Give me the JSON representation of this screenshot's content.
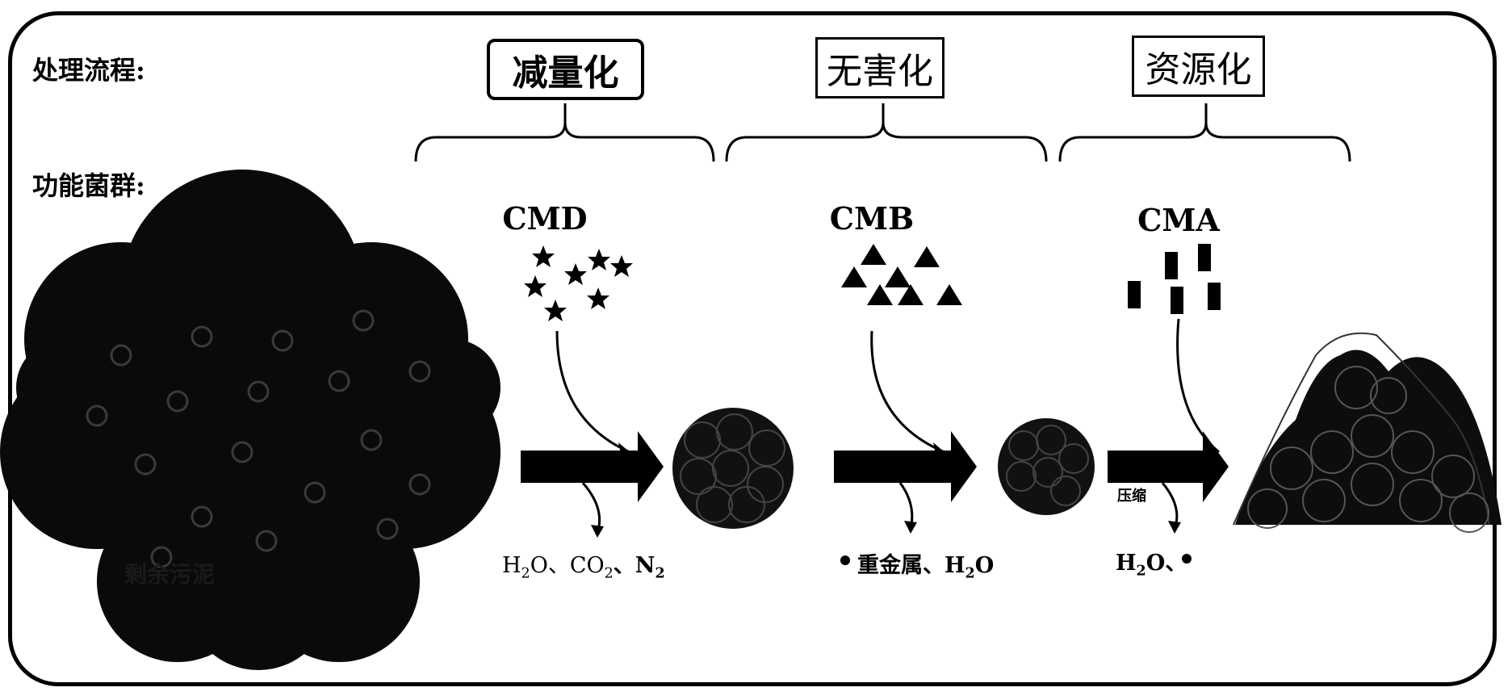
{
  "labels": {
    "process": "处理流程:",
    "groups": "功能菌群:"
  },
  "stages": [
    {
      "label": "减量化"
    },
    {
      "label": "无害化"
    },
    {
      "label": "资源化"
    }
  ],
  "microbes": [
    {
      "name": "CMD",
      "shape": "star-icon"
    },
    {
      "name": "CMB",
      "shape": "triangle-icon"
    },
    {
      "name": "CMA",
      "shape": "rectangle-icon"
    }
  ],
  "sludge_label": "剩余污泥",
  "outputs": [
    {
      "prefix": "H",
      "sub1": "2",
      "mid1": "O、CO",
      "sub2": "2",
      "mid2": "、N",
      "sub3": "2"
    },
    {
      "prefix": "重金属、H",
      "sub1": "2",
      "suffix": "O"
    },
    {
      "prefix": "H",
      "sub1": "2",
      "suffix": "O、"
    }
  ],
  "compress_label": "压缩",
  "colors": {
    "ink": "#000000",
    "sludge": "#0a0a0a",
    "sludge_dot": "#333333"
  }
}
